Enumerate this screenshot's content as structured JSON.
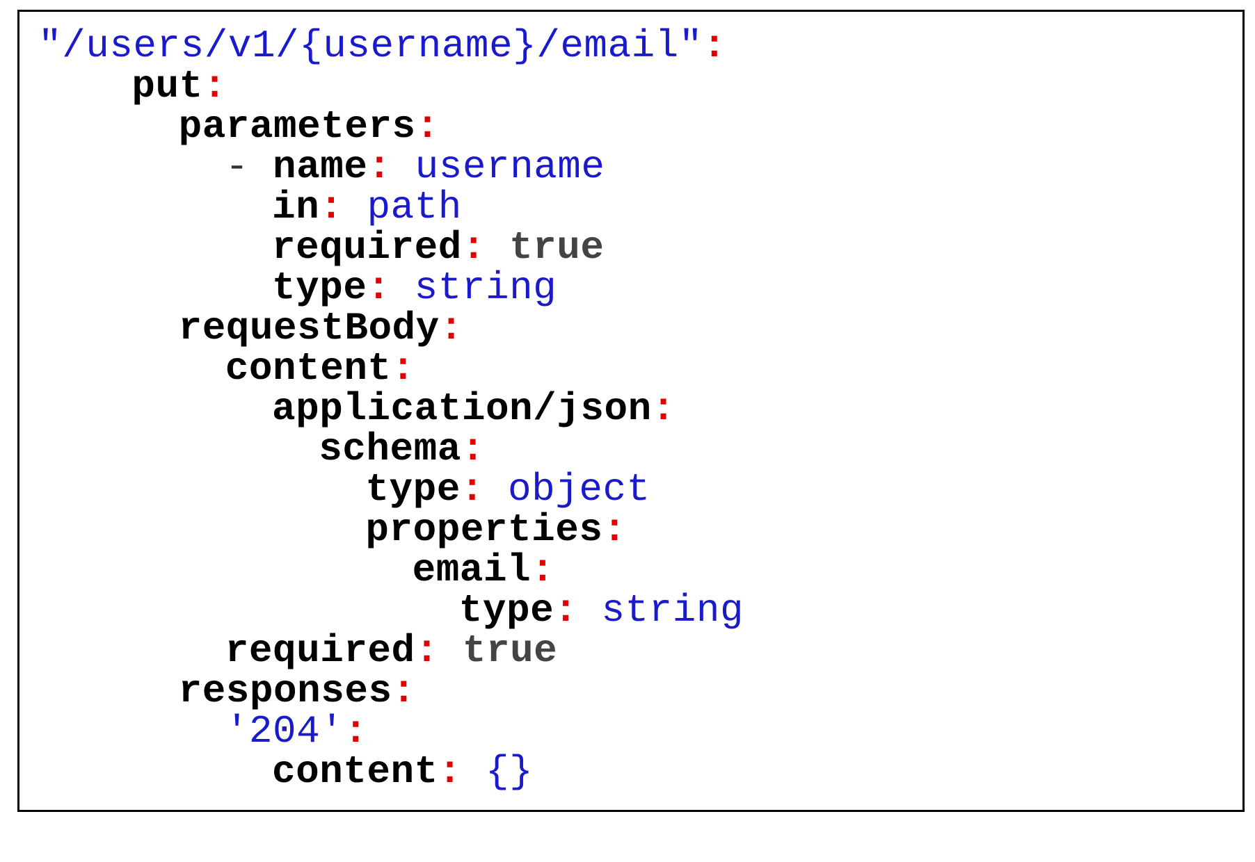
{
  "colors": {
    "key": "#000000",
    "punct": "#e00000",
    "string": "#1a1acc",
    "bool": "#444444",
    "dash": "#333333",
    "border": "#000000"
  },
  "code_lines": [
    {
      "indent": 0,
      "parts": [
        {
          "t": "\"/users/v1/{username}/email\"",
          "k": "str"
        },
        {
          "t": ":",
          "k": "colon"
        }
      ]
    },
    {
      "indent": 4,
      "parts": [
        {
          "t": "put",
          "k": "key"
        },
        {
          "t": ":",
          "k": "colon"
        }
      ]
    },
    {
      "indent": 6,
      "parts": [
        {
          "t": "parameters",
          "k": "key"
        },
        {
          "t": ":",
          "k": "colon"
        }
      ]
    },
    {
      "indent": 8,
      "parts": [
        {
          "t": "- ",
          "k": "dash"
        },
        {
          "t": "name",
          "k": "key"
        },
        {
          "t": ":",
          "k": "colon"
        },
        {
          "t": " ",
          "k": "sp"
        },
        {
          "t": "username",
          "k": "str"
        }
      ]
    },
    {
      "indent": 10,
      "parts": [
        {
          "t": "in",
          "k": "key"
        },
        {
          "t": ":",
          "k": "colon"
        },
        {
          "t": " ",
          "k": "sp"
        },
        {
          "t": "path",
          "k": "str"
        }
      ]
    },
    {
      "indent": 10,
      "parts": [
        {
          "t": "required",
          "k": "key"
        },
        {
          "t": ":",
          "k": "colon"
        },
        {
          "t": " ",
          "k": "sp"
        },
        {
          "t": "true",
          "k": "bool"
        }
      ]
    },
    {
      "indent": 10,
      "parts": [
        {
          "t": "type",
          "k": "key"
        },
        {
          "t": ":",
          "k": "colon"
        },
        {
          "t": " ",
          "k": "sp"
        },
        {
          "t": "string",
          "k": "str"
        }
      ]
    },
    {
      "indent": 6,
      "parts": [
        {
          "t": "requestBody",
          "k": "key"
        },
        {
          "t": ":",
          "k": "colon"
        }
      ]
    },
    {
      "indent": 8,
      "parts": [
        {
          "t": "content",
          "k": "key"
        },
        {
          "t": ":",
          "k": "colon"
        }
      ]
    },
    {
      "indent": 10,
      "parts": [
        {
          "t": "application/json",
          "k": "key"
        },
        {
          "t": ":",
          "k": "colon"
        }
      ]
    },
    {
      "indent": 12,
      "parts": [
        {
          "t": "schema",
          "k": "key"
        },
        {
          "t": ":",
          "k": "colon"
        }
      ]
    },
    {
      "indent": 14,
      "parts": [
        {
          "t": "type",
          "k": "key"
        },
        {
          "t": ":",
          "k": "colon"
        },
        {
          "t": " ",
          "k": "sp"
        },
        {
          "t": "object",
          "k": "str"
        }
      ]
    },
    {
      "indent": 14,
      "parts": [
        {
          "t": "properties",
          "k": "key"
        },
        {
          "t": ":",
          "k": "colon"
        }
      ]
    },
    {
      "indent": 16,
      "parts": [
        {
          "t": "email",
          "k": "key"
        },
        {
          "t": ":",
          "k": "colon"
        }
      ]
    },
    {
      "indent": 18,
      "parts": [
        {
          "t": "type",
          "k": "key"
        },
        {
          "t": ":",
          "k": "colon"
        },
        {
          "t": " ",
          "k": "sp"
        },
        {
          "t": "string",
          "k": "str"
        }
      ]
    },
    {
      "indent": 8,
      "parts": [
        {
          "t": "required",
          "k": "key"
        },
        {
          "t": ":",
          "k": "colon"
        },
        {
          "t": " ",
          "k": "sp"
        },
        {
          "t": "true",
          "k": "bool"
        }
      ]
    },
    {
      "indent": 6,
      "parts": [
        {
          "t": "responses",
          "k": "key"
        },
        {
          "t": ":",
          "k": "colon"
        }
      ]
    },
    {
      "indent": 8,
      "parts": [
        {
          "t": "'204'",
          "k": "str"
        },
        {
          "t": ":",
          "k": "colon"
        }
      ]
    },
    {
      "indent": 10,
      "parts": [
        {
          "t": "content",
          "k": "key"
        },
        {
          "t": ":",
          "k": "colon"
        },
        {
          "t": " ",
          "k": "sp"
        },
        {
          "t": "{}",
          "k": "str"
        }
      ]
    }
  ]
}
